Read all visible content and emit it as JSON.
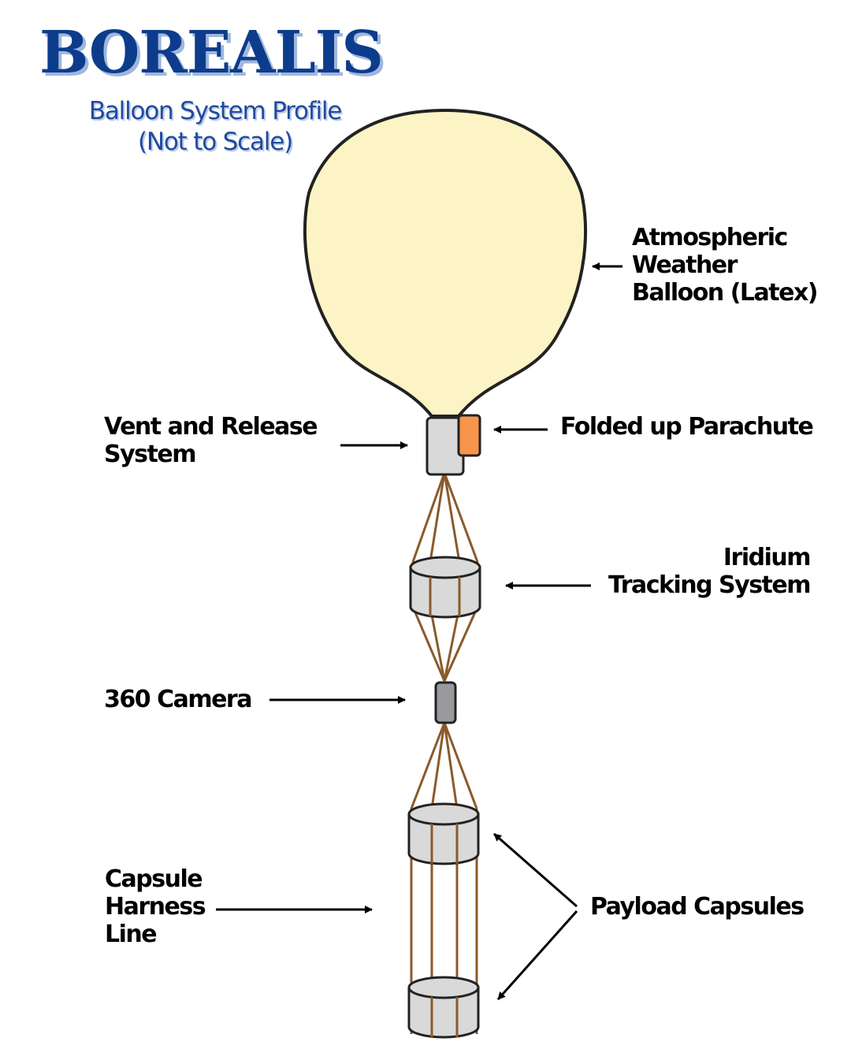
{
  "title": "BOREALIS",
  "subtitle": [
    "Balloon System Profile",
    "(Not to Scale)"
  ],
  "labels": {
    "balloon": [
      "Atmospheric",
      "Weather",
      "Balloon (Latex)"
    ],
    "parachute": [
      "Folded up Parachute"
    ],
    "vent": [
      "Vent and Release",
      "System"
    ],
    "iridium": [
      "Iridium",
      "Tracking System"
    ],
    "camera": [
      "360 Camera"
    ],
    "harness": [
      "Capsule",
      "Harness",
      "Line"
    ],
    "payload": [
      "Payload Capsules"
    ]
  },
  "colors": {
    "title": "#0d3c8c",
    "subtitle": "#1f4aa0",
    "balloon_fill": "#fdf4c6",
    "outline": "#222222",
    "line": "#8a5a2b",
    "component_fill": "#d9d9d9",
    "camera_fill": "#9a9a9e",
    "parachute_fill": "#f7954a",
    "label": "#000000"
  }
}
